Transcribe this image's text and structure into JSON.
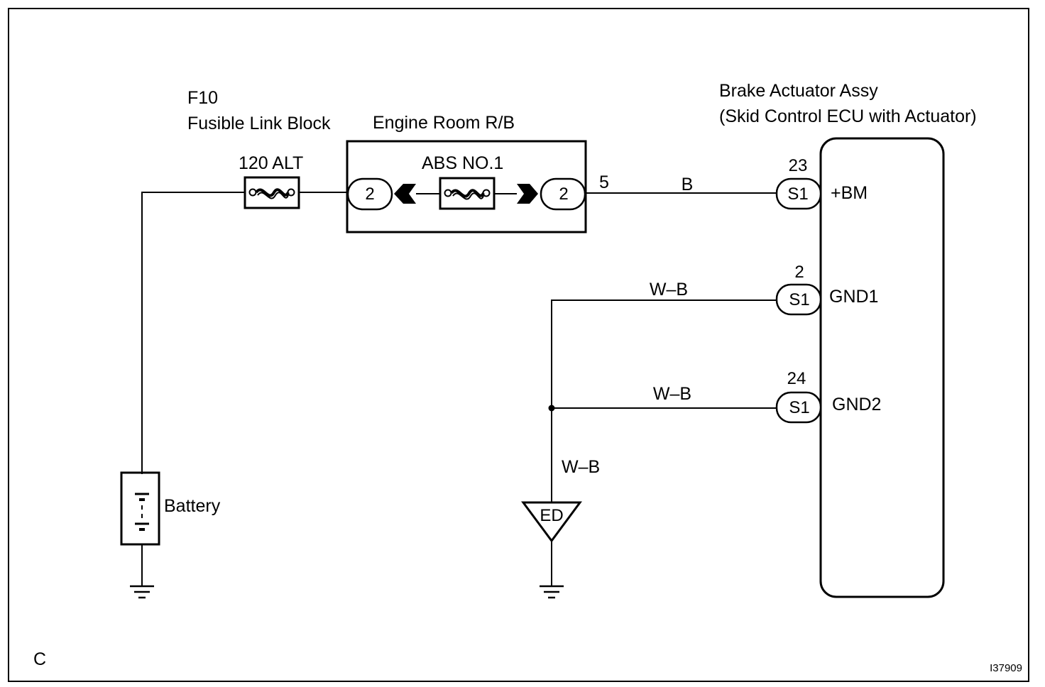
{
  "page_corner_label": "C",
  "figure_id": "I37909",
  "fusible_link_block": {
    "code": "F10",
    "name": "Fusible Link Block",
    "fuse_label": "120 ALT"
  },
  "engine_room_rb": {
    "name": "Engine Room R/B",
    "fuse_label": "ABS NO.1",
    "pin_in": "2",
    "pin_out": "2",
    "out_terminal": "5"
  },
  "battery": {
    "label": "Battery"
  },
  "ground_point": {
    "label": "ED"
  },
  "actuator": {
    "title_line1": "Brake Actuator Assy",
    "title_line2": "(Skid Control ECU with Actuator)",
    "pins": [
      {
        "number": "23",
        "connector": "S1",
        "signal": "+BM",
        "wire_color": "B"
      },
      {
        "number": "2",
        "connector": "S1",
        "signal": "GND1",
        "wire_color": "W–B"
      },
      {
        "number": "24",
        "connector": "S1",
        "signal": "GND2",
        "wire_color": "W–B"
      }
    ]
  },
  "ground_trunk_wire_color": "W–B"
}
